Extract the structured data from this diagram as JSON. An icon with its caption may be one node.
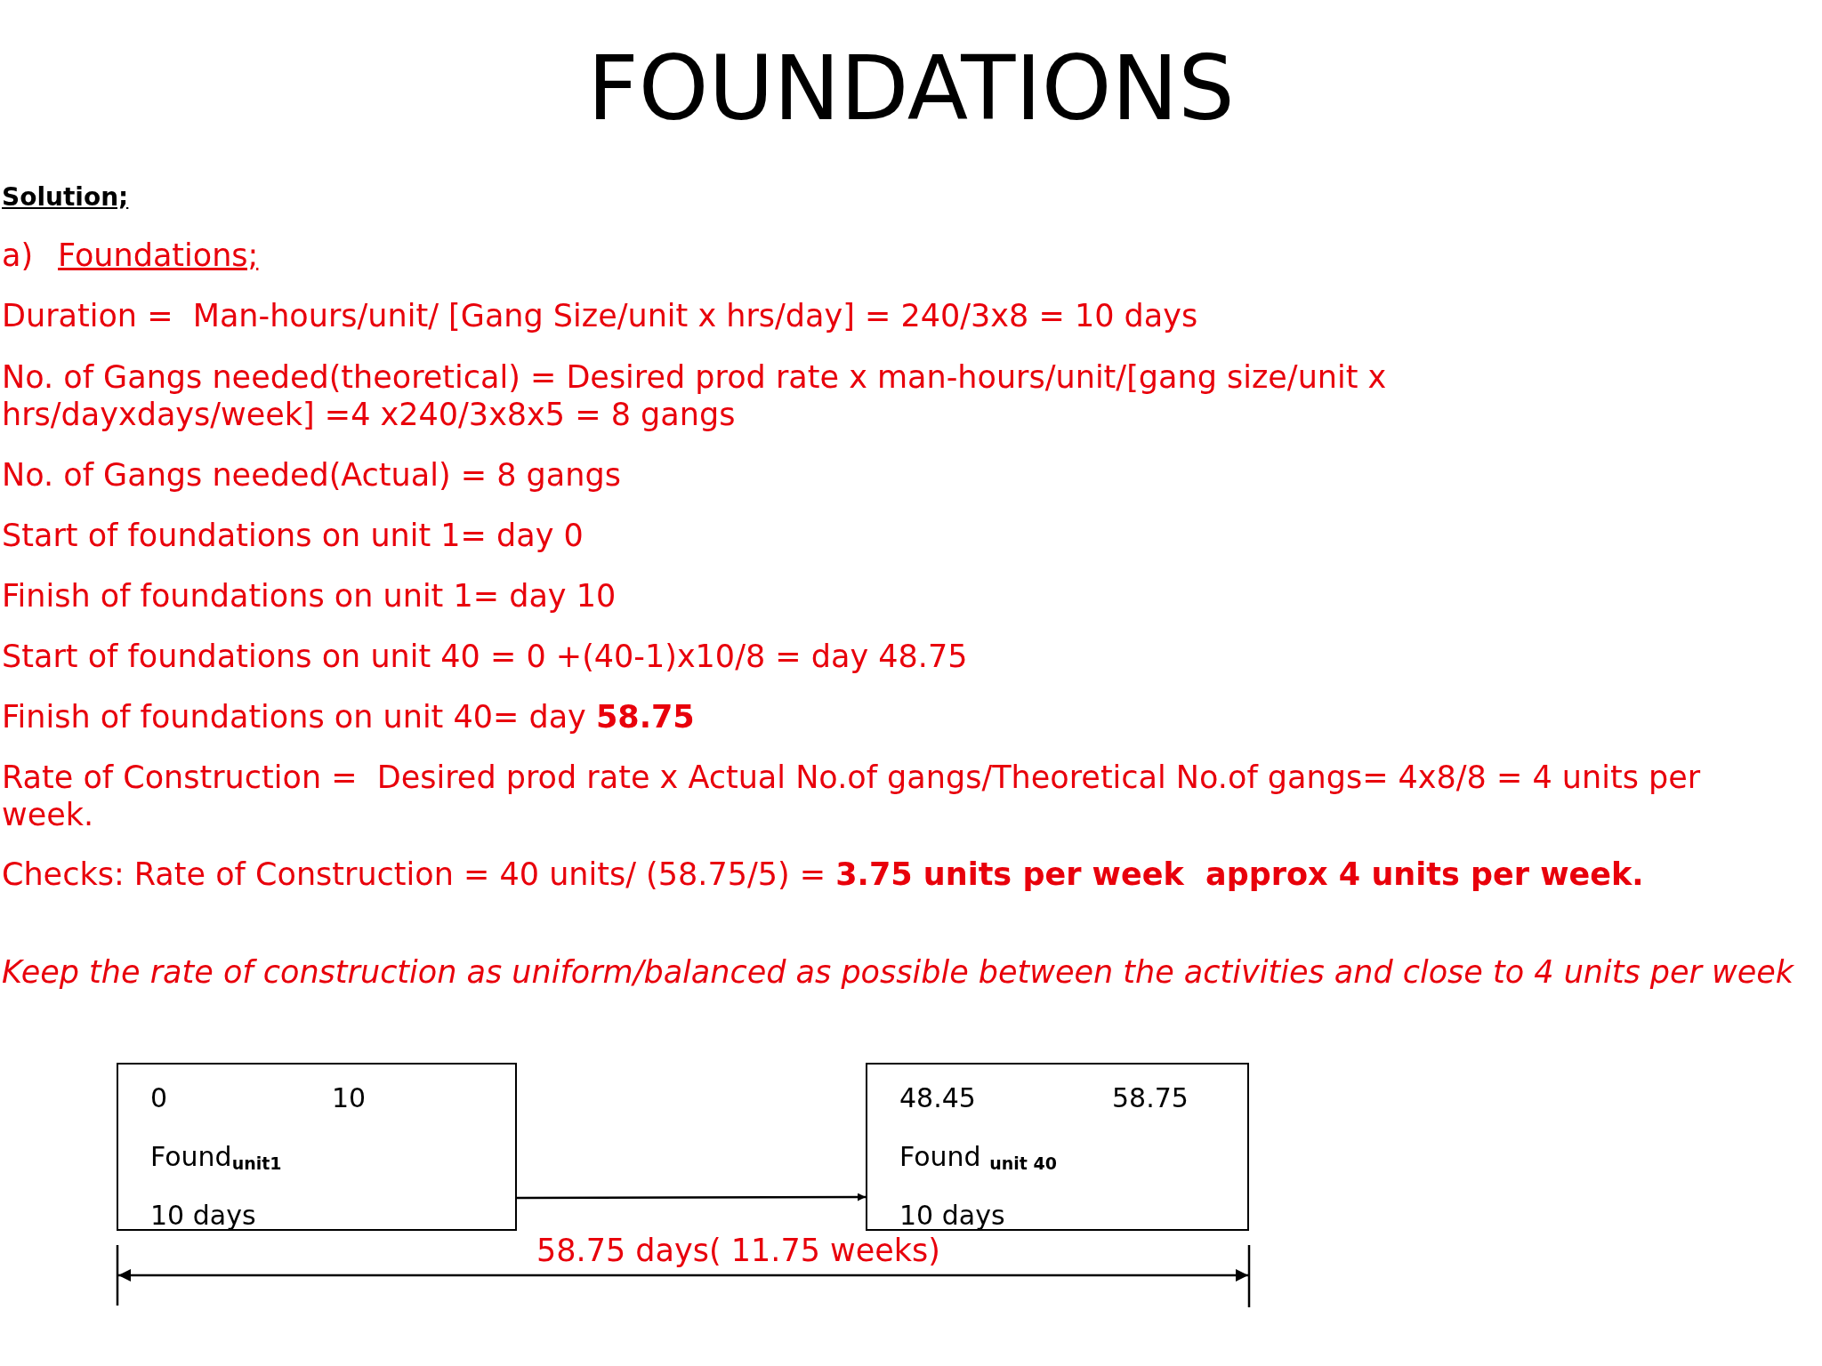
{
  "diagram": {
    "title": "FOUNDATIONS",
    "nodes": [
      {
        "text": [
          "0",
          "10",
          "Found$_{unit1}$",
          "10 days"
        ]
      },
      {
        "text": [
          "48.45",
          "58.75",
          "Found $_{unit 40}$",
          "10 days"
        ]
      }
    ],
    "edges": [
      {
        "from": 0,
        "to": 1,
        "arrow": "to"
      }
    ],
    "labels": [
      "Solution;",
      "a)",
      "Foundations;",
      "Duration =  Man-hours/unit/ [Gang Size/unit x hrs/day] = 240/3x8 = 10 days",
      "No. of Gangs needed(theoretical) = Desired prod rate x man-hours/unit/[gang size/unit x hrs/dayxdays/week] =4 x240/3x8x5 = 8 gangs",
      "No. of Gangs needed(Actual) = 8 gangs",
      "Start of foundations on unit 1= day 0",
      "Finish of foundations on unit 1= day 10",
      "Start of foundations on unit 40 = 0 +(40-1)x10/8 = day 48.75",
      "Finish of foundations on unit 40= day **58.75**",
      "Rate of Construction =  Desired prod rate x Actual No.of gangs/Theoretical No.of gangs= 4x8/8 = 4 units per week.",
      "Checks: Rate of Construction = 40 units/ (58.75/5) = **3.75 units per week  approx 4 units per week.**",
      "Keep the rate of construction as uniform/balanced as possible between the activities and close to 4 units per week",
      "58.75 days( 11.75 weeks)"
    ]
  }
}
